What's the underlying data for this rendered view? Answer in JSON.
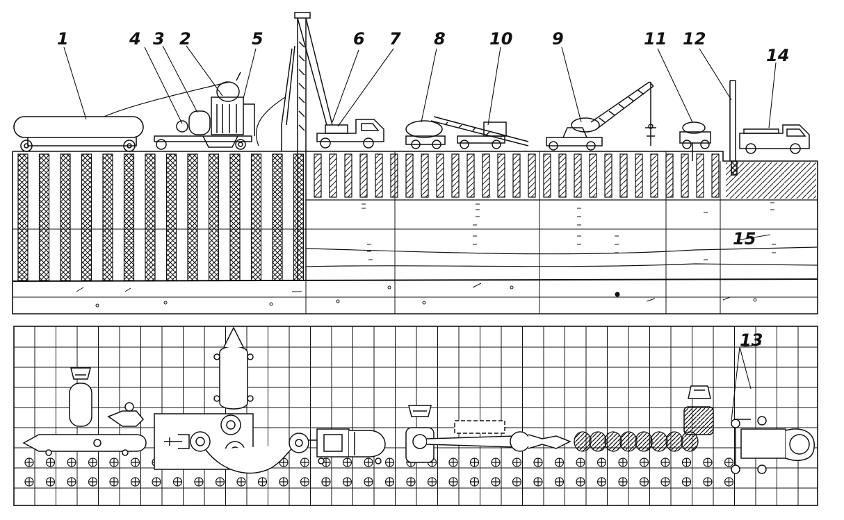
{
  "figure": {
    "callouts": [
      {
        "id": "c1",
        "label": "1"
      },
      {
        "id": "c4",
        "label": "4"
      },
      {
        "id": "c3",
        "label": "3"
      },
      {
        "id": "c2",
        "label": "2"
      },
      {
        "id": "c5",
        "label": "5"
      },
      {
        "id": "c6",
        "label": "6"
      },
      {
        "id": "c7",
        "label": "7"
      },
      {
        "id": "c8",
        "label": "8"
      },
      {
        "id": "c10",
        "label": "10"
      },
      {
        "id": "c9",
        "label": "9"
      },
      {
        "id": "c11",
        "label": "11"
      },
      {
        "id": "c12",
        "label": "12"
      },
      {
        "id": "c14",
        "label": "14"
      },
      {
        "id": "c15",
        "label": "15"
      },
      {
        "id": "c13",
        "label": "13"
      }
    ],
    "colors": {
      "ink": "#111111",
      "paper": "#ffffff",
      "hatch": "#222222"
    }
  }
}
